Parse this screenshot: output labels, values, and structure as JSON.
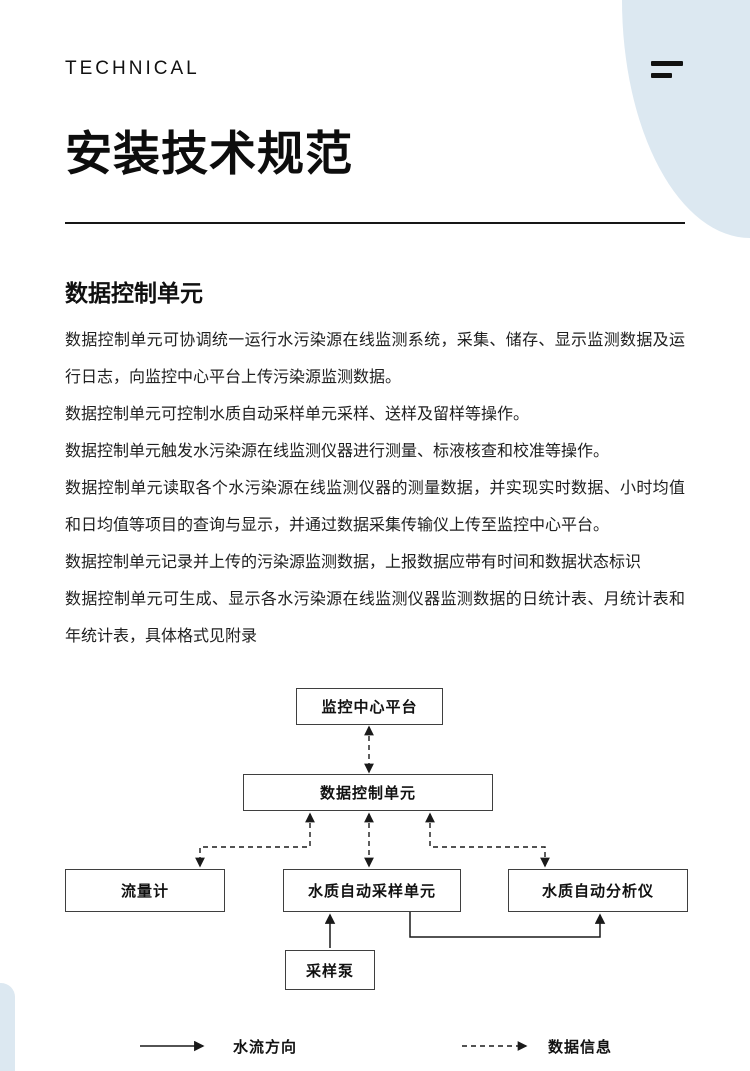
{
  "colors": {
    "accent_bg": "#dce8f1",
    "line": "#1a1a1a"
  },
  "header": {
    "eyebrow": "TECHNICAL",
    "title": "安装技术规范"
  },
  "section": {
    "heading": "数据控制单元",
    "paragraphs": [
      "数据控制单元可协调统一运行水污染源在线监测系统，采集、储存、显示监测数据及运行日志，向监控中心平台上传污染源监测数据。",
      "数据控制单元可控制水质自动采样单元采样、送样及留样等操作。",
      "数据控制单元触发水污染源在线监测仪器进行测量、标液核查和校准等操作。",
      "数据控制单元读取各个水污染源在线监测仪器的测量数据，并实现实时数据、小时均值和日均值等项目的查询与显示，并通过数据采集传输仪上传至监控中心平台。",
      "数据控制单元记录并上传的污染源监测数据，上报数据应带有时间和数据状态标识",
      "数据控制单元可生成、显示各水污染源在线监测仪器监测数据的日统计表、月统计表和年统计表，具体格式见附录"
    ]
  },
  "diagram": {
    "nodes": {
      "platform": "监控中心平台",
      "control": "数据控制单元",
      "flow_meter": "流量计",
      "sampler": "水质自动采样单元",
      "analyzer": "水质自动分析仪",
      "pump": "采样泵"
    },
    "legend": {
      "water_flow": "水流方向",
      "data_info": "数据信息"
    },
    "icons": {
      "menu": "hamburger-two-bars",
      "solid_arrow": "water-flow-direction",
      "dashed_arrow": "data-information"
    }
  }
}
